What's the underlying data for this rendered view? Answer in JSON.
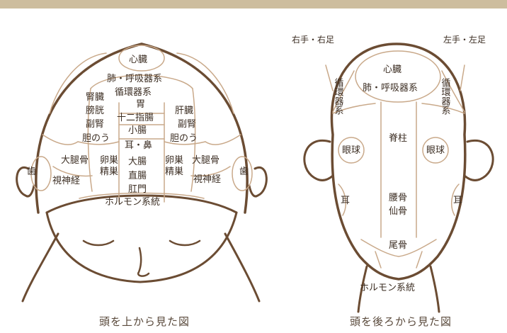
{
  "colors": {
    "outline": "#6b4c33",
    "zone": "#c9a98a",
    "text": "#3d2f24",
    "caption": "#5a4a3c",
    "topbar": "#cdbd9e"
  },
  "top_view": {
    "caption": "頭を上から見た図",
    "zones": {
      "heart": "心臓",
      "lungs": "肺・呼吸器系",
      "circulatory": "循環器系",
      "kidney": "腎臓",
      "bladder": "膀胱",
      "adrenal_left": "副腎",
      "gallbladder_left": "胆のう",
      "stomach": "胃",
      "duodenum": "十二指腸",
      "small_intestine": "小腸",
      "ear_nose": "耳・鼻",
      "liver": "肝臓",
      "adrenal_right": "副腎",
      "gallbladder_right": "胆のう",
      "thigh_left": "大腿骨",
      "ovary_left": "卵巣",
      "testis_left": "精巣",
      "large_intestine": "大腸",
      "rectum": "直腸",
      "anus": "肛門",
      "ovary_right": "卵巣",
      "testis_right": "精巣",
      "thigh_right": "大腿骨",
      "optic_left": "視神経",
      "optic_right": "視神経",
      "tooth_left": "歯",
      "tooth_right": "歯",
      "hormone": "ホルモン系統"
    }
  },
  "back_view": {
    "caption": "頭を後ろから見た図",
    "zones": {
      "right_hand_foot": "右手・右足",
      "left_hand_foot": "左手・左足",
      "circulatory_left": "循環器系",
      "circulatory_right": "循環器系",
      "heart": "心臓",
      "lungs": "肺・呼吸器系",
      "spine": "脊柱",
      "eye_left": "眼球",
      "eye_right": "眼球",
      "ear_left": "耳",
      "ear_right": "耳",
      "lumbar": "腰骨",
      "sacrum": "仙骨",
      "coccyx": "尾骨",
      "hormone": "ホルモン系統"
    }
  }
}
